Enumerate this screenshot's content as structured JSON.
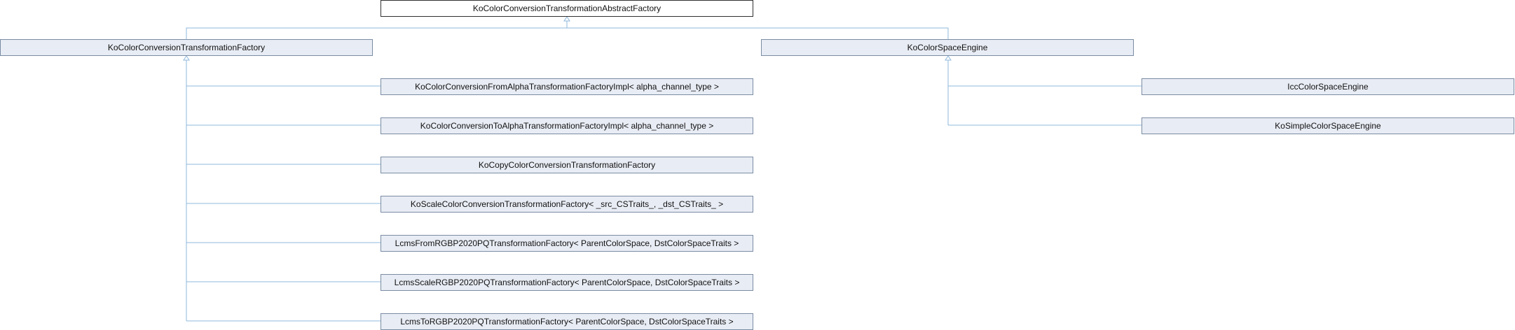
{
  "nodes": {
    "root": "KoColorConversionTransformationAbstractFactory",
    "factory": "KoColorConversionTransformationFactory",
    "engine": "KoColorSpaceEngine",
    "from_alpha": "KoColorConversionFromAlphaTransformationFactoryImpl< alpha_channel_type >",
    "to_alpha": "KoColorConversionToAlphaTransformationFactoryImpl< alpha_channel_type >",
    "copy": "KoCopyColorConversionTransformationFactory",
    "scale": "KoScaleColorConversionTransformationFactory< _src_CSTraits_, _dst_CSTraits_ >",
    "lcms_from": "LcmsFromRGBP2020PQTransformationFactory< ParentColorSpace, DstColorSpaceTraits >",
    "lcms_scale": "LcmsScaleRGBP2020PQTransformationFactory< ParentColorSpace, DstColorSpaceTraits >",
    "lcms_to": "LcmsToRGBP2020PQTransformationFactory< ParentColorSpace, DstColorSpaceTraits >",
    "icc": "IccColorSpaceEngine",
    "simple": "KoSimpleColorSpaceEngine"
  },
  "colors": {
    "edge": "#8fb8dc",
    "node_fill": "#e8ecf4",
    "node_border": "#7a8ca4",
    "root_border": "#303030"
  }
}
